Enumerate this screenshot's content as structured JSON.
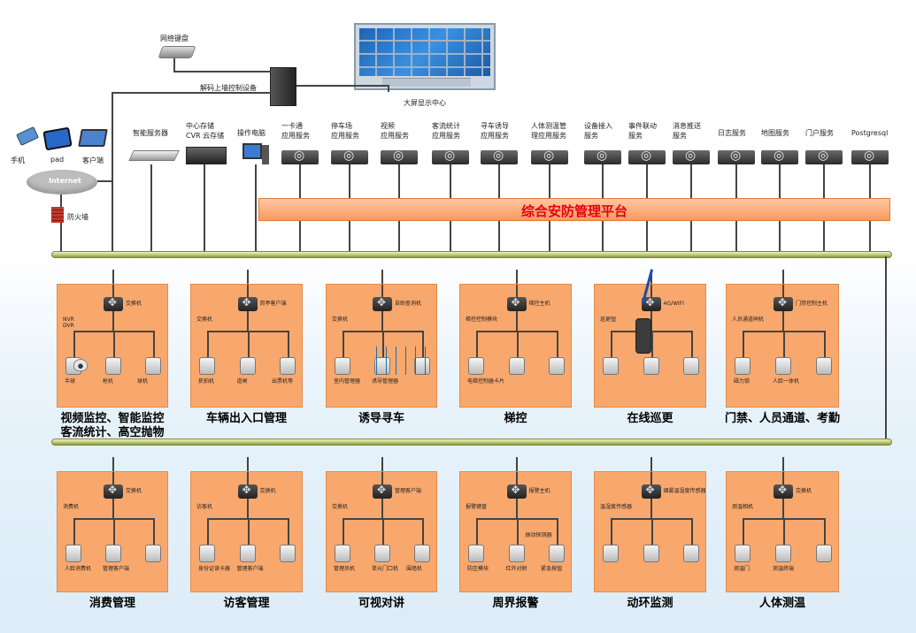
{
  "top": {
    "keyboard": "网络键盘",
    "decoder": "解码上墙控制设备",
    "wall": "大屏显示中心"
  },
  "clients": {
    "phone": "手机",
    "pad": "pad",
    "laptop": "客户端",
    "internet": "Internet",
    "firewall": "防火墙"
  },
  "servers": [
    "智能服务器",
    "中心存储\nCVR 云存储",
    "操作电脑",
    "一卡通\n应用服务",
    "停车场\n应用服务",
    "视频\n应用服务",
    "客流统计\n应用服务",
    "寻车诱导\n应用服务",
    "人体测温管\n理应用服务",
    "设备接入\n服务",
    "事件联动\n服务",
    "消息推送\n服务",
    "日志服务",
    "地图服务",
    "门户服务",
    "Postgresql"
  ],
  "platform": "综合安防管理平台",
  "row1": [
    {
      "caption": "视频监控、智能监控\n客流统计、高空抛物",
      "labels": [
        "交换机",
        "NVR\nDVR",
        "半球",
        "枪机",
        "球机"
      ]
    },
    {
      "caption": "车辆出入口管理",
      "labels": [
        "岗亭客户端",
        "交换机",
        "抓拍机",
        "道闸",
        "出票机等"
      ]
    },
    {
      "caption": "诱导寻车",
      "labels": [
        "自助查询机",
        "交换机",
        "室内管理器",
        "诱导管理器"
      ]
    },
    {
      "caption": "梯控",
      "labels": [
        "梯控主机",
        "梯控控制模块",
        "电梯控制器卡片"
      ]
    },
    {
      "caption": "在线巡更",
      "labels": [
        "4G/WIFI",
        "巡更钮"
      ]
    },
    {
      "caption": "门禁、人员通道、考勤",
      "labels": [
        "门禁控制主机",
        "人员通道闸机",
        "磁力锁",
        "人脸一体机"
      ]
    }
  ],
  "row2": [
    {
      "caption": "消费管理",
      "labels": [
        "交换机",
        "消费机",
        "人脸消费机",
        "管理客户端"
      ]
    },
    {
      "caption": "访客管理",
      "labels": [
        "交换机",
        "访客机",
        "身份证读卡器",
        "管理客户端"
      ]
    },
    {
      "caption": "可视对讲",
      "labels": [
        "管理客户端",
        "交换机",
        "管理员机",
        "单元门口机",
        "围墙机"
      ]
    },
    {
      "caption": "周界报警",
      "labels": [
        "报警主机",
        "报警键盘",
        "防区模块",
        "红外对射",
        "紧急按钮",
        "振动探测器"
      ]
    },
    {
      "caption": "动环监测",
      "labels": [
        "烟雾温湿度传感器",
        "温湿度传感器"
      ]
    },
    {
      "caption": "人体测温",
      "labels": [
        "交换机",
        "测温相机",
        "测温门",
        "测温终端"
      ]
    }
  ]
}
